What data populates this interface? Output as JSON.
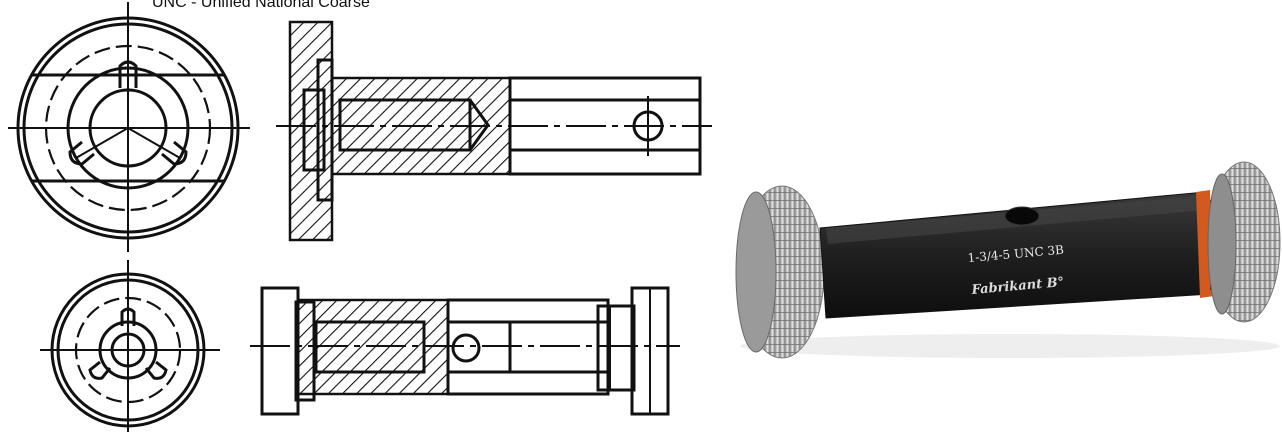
{
  "caption": "UNC - Unified National Coarse",
  "gauge": {
    "marking": "1-3/4-5 UNC 3B",
    "logo_text": "Fabrikant B°",
    "colors": {
      "body": "#232323",
      "thread": "#bdbdbd",
      "band": "#d35a1e"
    }
  },
  "icons": {
    "threaded_ring_gauge_photo": "thread-plug-gauge-illustration"
  }
}
